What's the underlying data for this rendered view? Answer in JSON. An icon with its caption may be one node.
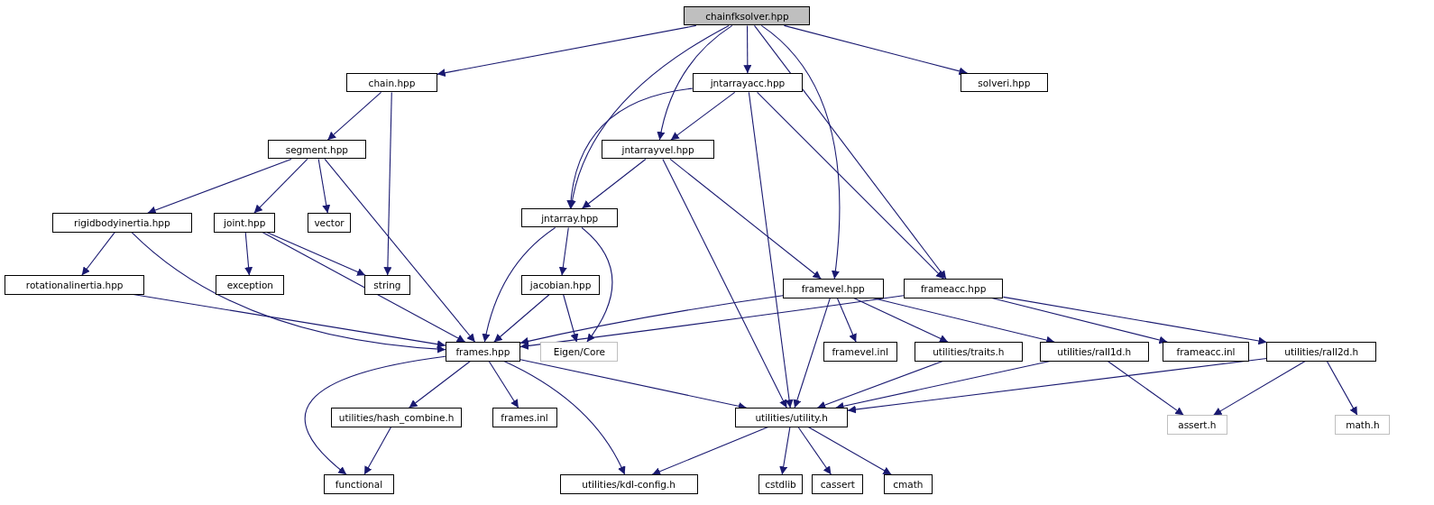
{
  "diagram": {
    "nodes": [
      {
        "text": [
          "chainfksolver.hpp"
        ]
      },
      {
        "text": [
          "chain.hpp"
        ]
      },
      {
        "text": [
          "jntarrayacc.hpp"
        ]
      },
      {
        "text": [
          "solveri.hpp"
        ]
      },
      {
        "text": [
          "segment.hpp"
        ]
      },
      {
        "text": [
          "jntarrayvel.hpp"
        ]
      },
      {
        "text": [
          "rigidbodyinertia.hpp"
        ]
      },
      {
        "text": [
          "joint.hpp"
        ]
      },
      {
        "text": [
          "vector"
        ]
      },
      {
        "text": [
          "jntarray.hpp"
        ]
      },
      {
        "text": [
          "rotationalinertia.hpp"
        ]
      },
      {
        "text": [
          "exception"
        ]
      },
      {
        "text": [
          "string"
        ]
      },
      {
        "text": [
          "jacobian.hpp"
        ]
      },
      {
        "text": [
          "framevel.hpp"
        ]
      },
      {
        "text": [
          "frameacc.hpp"
        ]
      },
      {
        "text": [
          "frames.hpp"
        ]
      },
      {
        "text": [
          "Eigen/Core"
        ]
      },
      {
        "text": [
          "framevel.inl"
        ]
      },
      {
        "text": [
          "utilities/traits.h"
        ]
      },
      {
        "text": [
          "utilities/rall1d.h"
        ]
      },
      {
        "text": [
          "frameacc.inl"
        ]
      },
      {
        "text": [
          "utilities/rall2d.h"
        ]
      },
      {
        "text": [
          "utilities/hash_combine.h"
        ]
      },
      {
        "text": [
          "frames.inl"
        ]
      },
      {
        "text": [
          "utilities/utility.h"
        ]
      },
      {
        "text": [
          "assert.h"
        ]
      },
      {
        "text": [
          "math.h"
        ]
      },
      {
        "text": [
          "functional"
        ]
      },
      {
        "text": [
          "utilities/kdl-config.h"
        ]
      },
      {
        "text": [
          "cstdlib"
        ]
      },
      {
        "text": [
          "cassert"
        ]
      },
      {
        "text": [
          "cmath"
        ]
      }
    ],
    "edges": [
      {
        "from": 0,
        "to": 1,
        "arrow": "to"
      },
      {
        "from": 0,
        "to": 2,
        "arrow": "to"
      },
      {
        "from": 0,
        "to": 3,
        "arrow": "to"
      },
      {
        "from": 0,
        "to": 5,
        "arrow": "to"
      },
      {
        "from": 0,
        "to": 9,
        "arrow": "to"
      },
      {
        "from": 0,
        "to": 14,
        "arrow": "to"
      },
      {
        "from": 0,
        "to": 15,
        "arrow": "to"
      },
      {
        "from": 1,
        "to": 4,
        "arrow": "to"
      },
      {
        "from": 1,
        "to": 12,
        "arrow": "to"
      },
      {
        "from": 2,
        "to": 5,
        "arrow": "to"
      },
      {
        "from": 2,
        "to": 9,
        "arrow": "to"
      },
      {
        "from": 2,
        "to": 25,
        "arrow": "to"
      },
      {
        "from": 2,
        "to": 15,
        "arrow": "to"
      },
      {
        "from": 4,
        "to": 6,
        "arrow": "to"
      },
      {
        "from": 4,
        "to": 7,
        "arrow": "to"
      },
      {
        "from": 4,
        "to": 8,
        "arrow": "to"
      },
      {
        "from": 4,
        "to": 16,
        "arrow": "to"
      },
      {
        "from": 5,
        "to": 9,
        "arrow": "to"
      },
      {
        "from": 5,
        "to": 25,
        "arrow": "to"
      },
      {
        "from": 5,
        "to": 14,
        "arrow": "to"
      },
      {
        "from": 6,
        "to": 10,
        "arrow": "to"
      },
      {
        "from": 6,
        "to": 16,
        "arrow": "to"
      },
      {
        "from": 7,
        "to": 11,
        "arrow": "to"
      },
      {
        "from": 7,
        "to": 12,
        "arrow": "to"
      },
      {
        "from": 7,
        "to": 16,
        "arrow": "to"
      },
      {
        "from": 9,
        "to": 13,
        "arrow": "to"
      },
      {
        "from": 9,
        "to": 16,
        "arrow": "to"
      },
      {
        "from": 9,
        "to": 17,
        "arrow": "to"
      },
      {
        "from": 10,
        "to": 16,
        "arrow": "to"
      },
      {
        "from": 13,
        "to": 16,
        "arrow": "to"
      },
      {
        "from": 13,
        "to": 17,
        "arrow": "to"
      },
      {
        "from": 14,
        "to": 16,
        "arrow": "to"
      },
      {
        "from": 14,
        "to": 18,
        "arrow": "to"
      },
      {
        "from": 14,
        "to": 19,
        "arrow": "to"
      },
      {
        "from": 14,
        "to": 20,
        "arrow": "to"
      },
      {
        "from": 14,
        "to": 25,
        "arrow": "to"
      },
      {
        "from": 15,
        "to": 16,
        "arrow": "to"
      },
      {
        "from": 15,
        "to": 21,
        "arrow": "to"
      },
      {
        "from": 15,
        "to": 22,
        "arrow": "to"
      },
      {
        "from": 16,
        "to": 28,
        "arrow": "to"
      },
      {
        "from": 16,
        "to": 23,
        "arrow": "to"
      },
      {
        "from": 16,
        "to": 24,
        "arrow": "to"
      },
      {
        "from": 16,
        "to": 29,
        "arrow": "to"
      },
      {
        "from": 16,
        "to": 25,
        "arrow": "to"
      },
      {
        "from": 19,
        "to": 25,
        "arrow": "to"
      },
      {
        "from": 20,
        "to": 25,
        "arrow": "to"
      },
      {
        "from": 20,
        "to": 26,
        "arrow": "to"
      },
      {
        "from": 22,
        "to": 25,
        "arrow": "to"
      },
      {
        "from": 22,
        "to": 26,
        "arrow": "to"
      },
      {
        "from": 22,
        "to": 27,
        "arrow": "to"
      },
      {
        "from": 23,
        "to": 28,
        "arrow": "to"
      },
      {
        "from": 25,
        "to": 29,
        "arrow": "to"
      },
      {
        "from": 25,
        "to": 30,
        "arrow": "to"
      },
      {
        "from": 25,
        "to": 31,
        "arrow": "to"
      },
      {
        "from": 25,
        "to": 32,
        "arrow": "to"
      }
    ]
  }
}
